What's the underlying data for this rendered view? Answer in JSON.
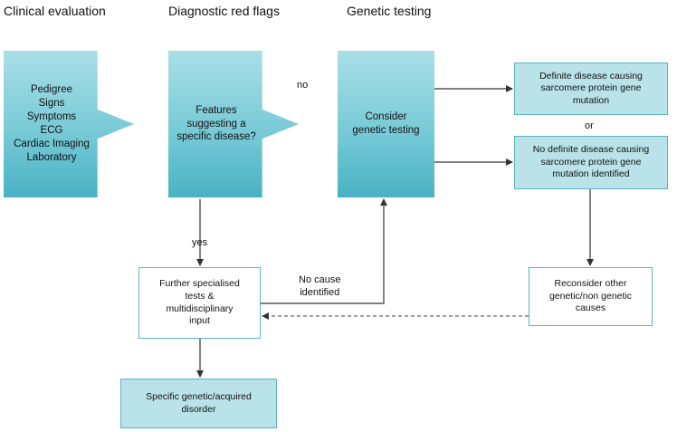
{
  "headers": {
    "col1": "Clinical evaluation",
    "col2": "Diagnostic red flags",
    "col3": "Genetic testing"
  },
  "nodes": {
    "clinical": "Pedigree\nSigns\nSymptoms\nECG\nCardiac Imaging\nLaboratory",
    "features": "Features\nsuggesting a\nspecific disease?",
    "consider": "Consider\ngenetic testing",
    "definite": "Definite disease causing\nsarcomere protein gene\nmutation",
    "no_definite": "No definite disease causing\nsarcomere protein gene\nmutation identified",
    "further": "Further specialised\ntests &\nmultidisciplinary\ninput",
    "reconsider": "Reconsider other\ngenetic/non genetic\ncauses",
    "specific": "Specific genetic/acquired\ndisorder"
  },
  "labels": {
    "no": "no",
    "yes": "yes",
    "or": "or",
    "no_cause": "No cause\nidentified"
  },
  "colors": {
    "box_fill": "#b9e3e8",
    "box_border": "#5db4c2",
    "arrow_gradient_top": "#a9dfe6",
    "arrow_gradient_bottom": "#49b2c4",
    "connector": "#333333"
  }
}
